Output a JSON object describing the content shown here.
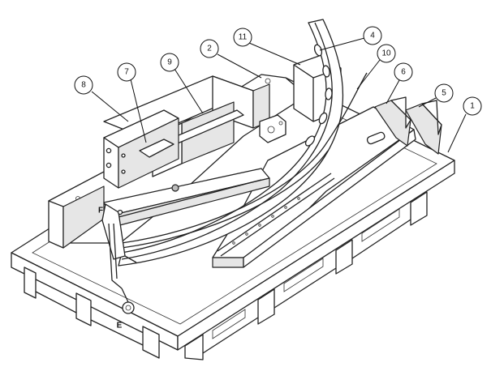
{
  "drawing": {
    "balloons": [
      {
        "id": "b1",
        "label": "1"
      },
      {
        "id": "b2",
        "label": "2"
      },
      {
        "id": "b4",
        "label": "4"
      },
      {
        "id": "b5",
        "label": "5"
      },
      {
        "id": "b6",
        "label": "6"
      },
      {
        "id": "b7",
        "label": "7"
      },
      {
        "id": "b8",
        "label": "8"
      },
      {
        "id": "b9",
        "label": "9"
      },
      {
        "id": "b10",
        "label": "10"
      },
      {
        "id": "b11",
        "label": "11"
      }
    ],
    "letter_labels": [
      {
        "id": "lE",
        "label": "E"
      },
      {
        "id": "lF",
        "label": "F"
      }
    ]
  }
}
